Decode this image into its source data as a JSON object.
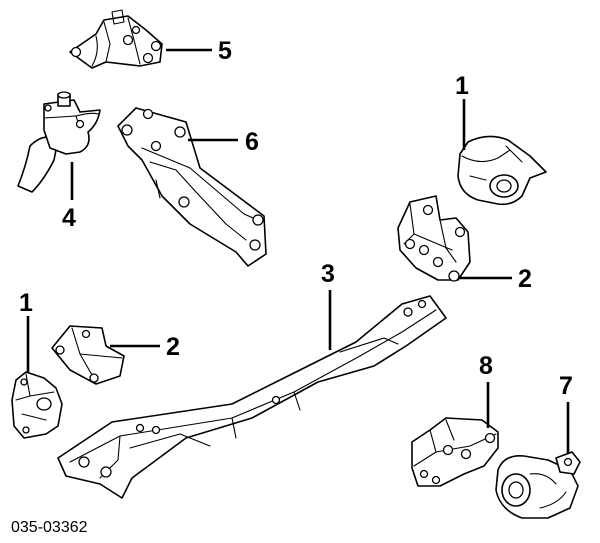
{
  "callouts": {
    "top_mount_bracket": "5",
    "engine_mount_left": "4",
    "engine_bracket": "6",
    "right_mount_insulator": "1",
    "right_mount_bracket": "2",
    "crossmember": "3",
    "left_mount_insulator": "1",
    "left_mount_bracket": "2",
    "rear_bracket": "8",
    "rear_insulator": "7"
  },
  "catalog_number": "035-03362",
  "colors": {
    "line": "#000000",
    "background": "#ffffff"
  }
}
